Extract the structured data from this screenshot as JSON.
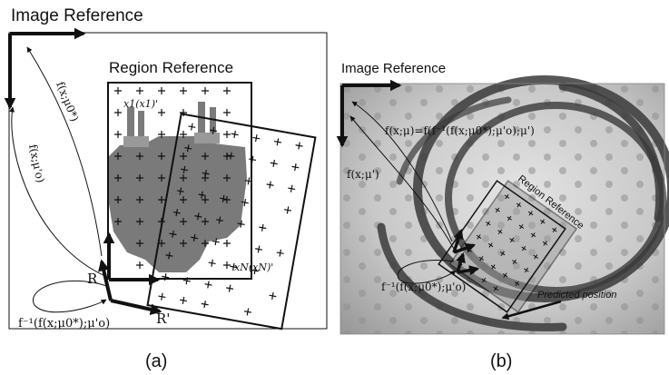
{
  "panel_a": {
    "title": "Image Reference",
    "region_label": "Region Reference",
    "f_mu0": "f(x;μ0*)",
    "f_mu_prime": "f(x;μ'o)",
    "point_first": "x1(x1)'",
    "point_last": "xN(xN)'",
    "R_label": "R",
    "R_prime_label": "R'",
    "inverse_label": "f⁻¹(f(x;μ0*);μ'o)",
    "caption": "(a)"
  },
  "panel_b": {
    "title": "Image Reference",
    "equation": "f(x;μ)=f(f⁻¹(f(x;μ0*);μ'o);μ')",
    "f_mu_prime": "f(x;μ')",
    "region_label": "Region Reference",
    "inverse_label": "f⁻¹(f(x;μ0*);μ'o)",
    "predicted": "Predicted position",
    "caption": "(b)"
  },
  "colors": {
    "ink": "#111111",
    "object_gray": "#7a7a7a",
    "photo_bg": "#c9c9c9"
  }
}
